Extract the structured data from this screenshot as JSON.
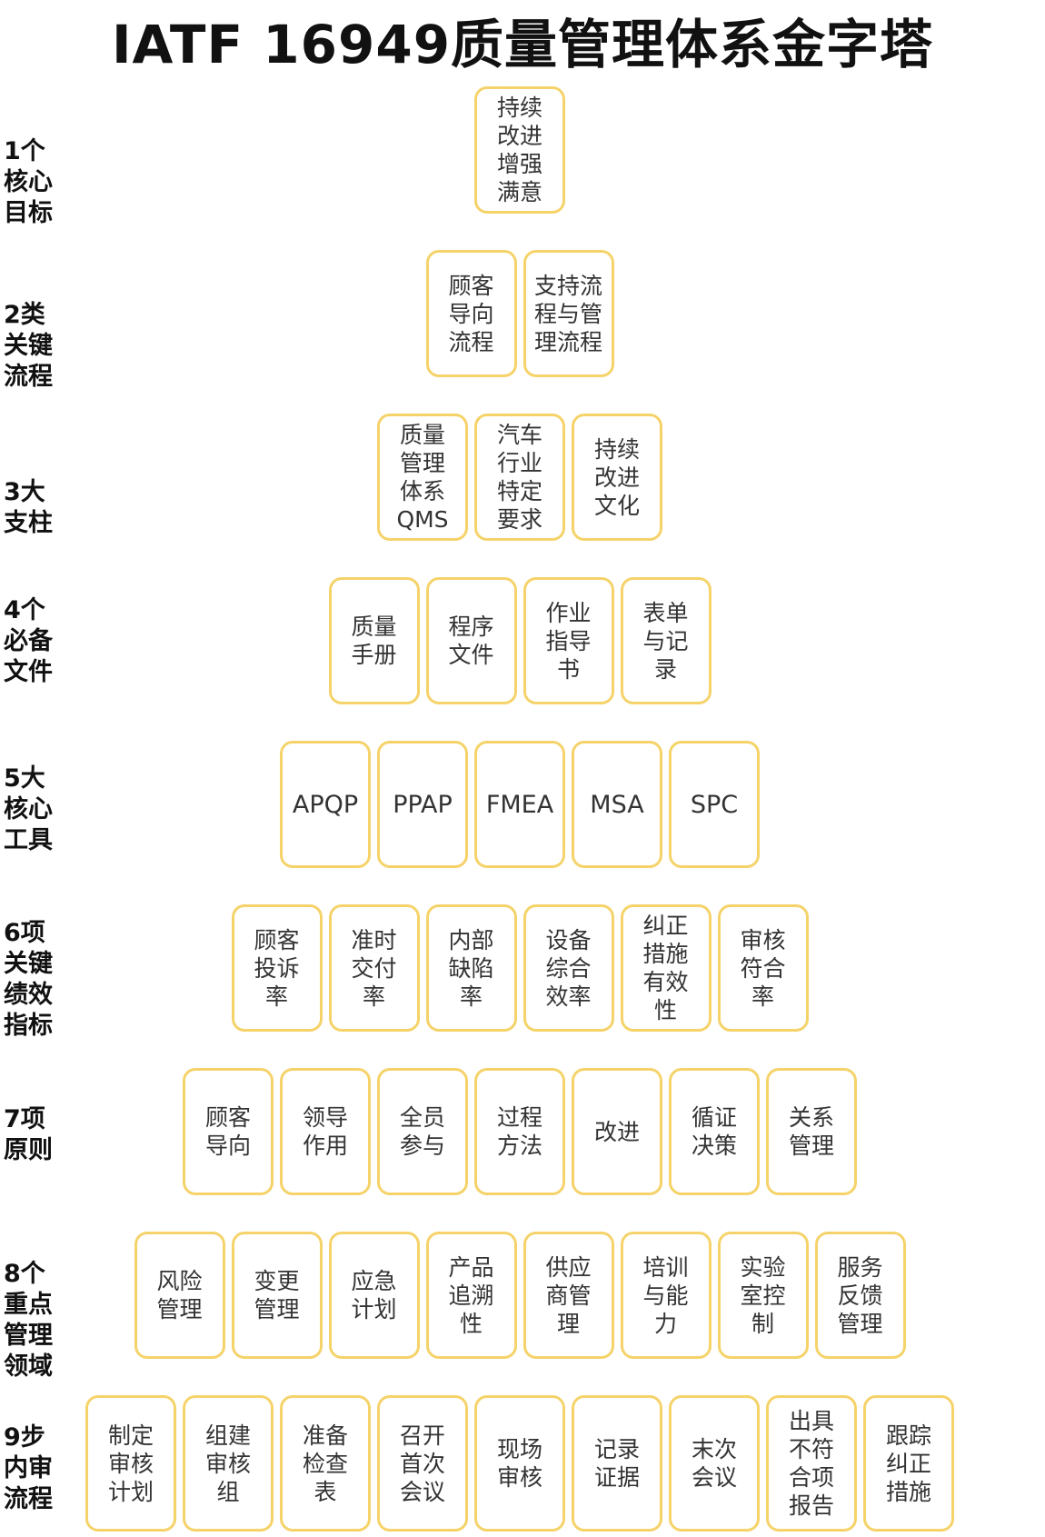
{
  "title": "IATF 16949质量管理体系金字塔",
  "rows": [
    {
      "label": "1个\n核心\n目标",
      "items": [
        "持续\n改进\n增强\n满意"
      ]
    },
    {
      "label": "2类\n关键\n流程",
      "items": [
        "顾客\n导向\n流程",
        "支持流\n程与管\n理流程"
      ]
    },
    {
      "label": "3大\n支柱",
      "items": [
        "质量\n管理\n体系\nQMS",
        "汽车\n行业\n特定\n要求",
        "持续\n改进\n文化"
      ]
    },
    {
      "label": "4个\n必备\n文件",
      "items": [
        "质量\n手册",
        "程序\n文件",
        "作业\n指导\n书",
        "表单\n与记\n录"
      ]
    },
    {
      "label": "5大\n核心\n工具",
      "items": [
        "APQP",
        "PPAP",
        "FMEA",
        "MSA",
        "SPC"
      ]
    },
    {
      "label": "6项\n关键\n绩效\n指标",
      "items": [
        "顾客\n投诉\n率",
        "准时\n交付\n率",
        "内部\n缺陷\n率",
        "设备\n综合\n效率",
        "纠正\n措施\n有效\n性",
        "审核\n符合\n率"
      ]
    },
    {
      "label": "7项\n原则",
      "items": [
        "顾客\n导向",
        "领导\n作用",
        "全员\n参与",
        "过程\n方法",
        "改进",
        "循证\n决策",
        "关系\n管理"
      ]
    },
    {
      "label": "8个\n重点\n管理\n领域",
      "items": [
        "风险\n管理",
        "变更\n管理",
        "应急\n计划",
        "产品\n追溯\n性",
        "供应\n商管\n理",
        "培训\n与能\n力",
        "实验\n室控\n制",
        "服务\n反馈\n管理"
      ]
    },
    {
      "label": "9步\n内审\n流程",
      "items": [
        "制定\n审核\n计划",
        "组建\n审核\n组",
        "准备\n检查\n表",
        "召开\n首次\n会议",
        "现场\n审核",
        "记录\n证据",
        "末次\n会议",
        "出具\n不符\n合项\n报告",
        "跟踪\n纠正\n措施"
      ]
    }
  ]
}
